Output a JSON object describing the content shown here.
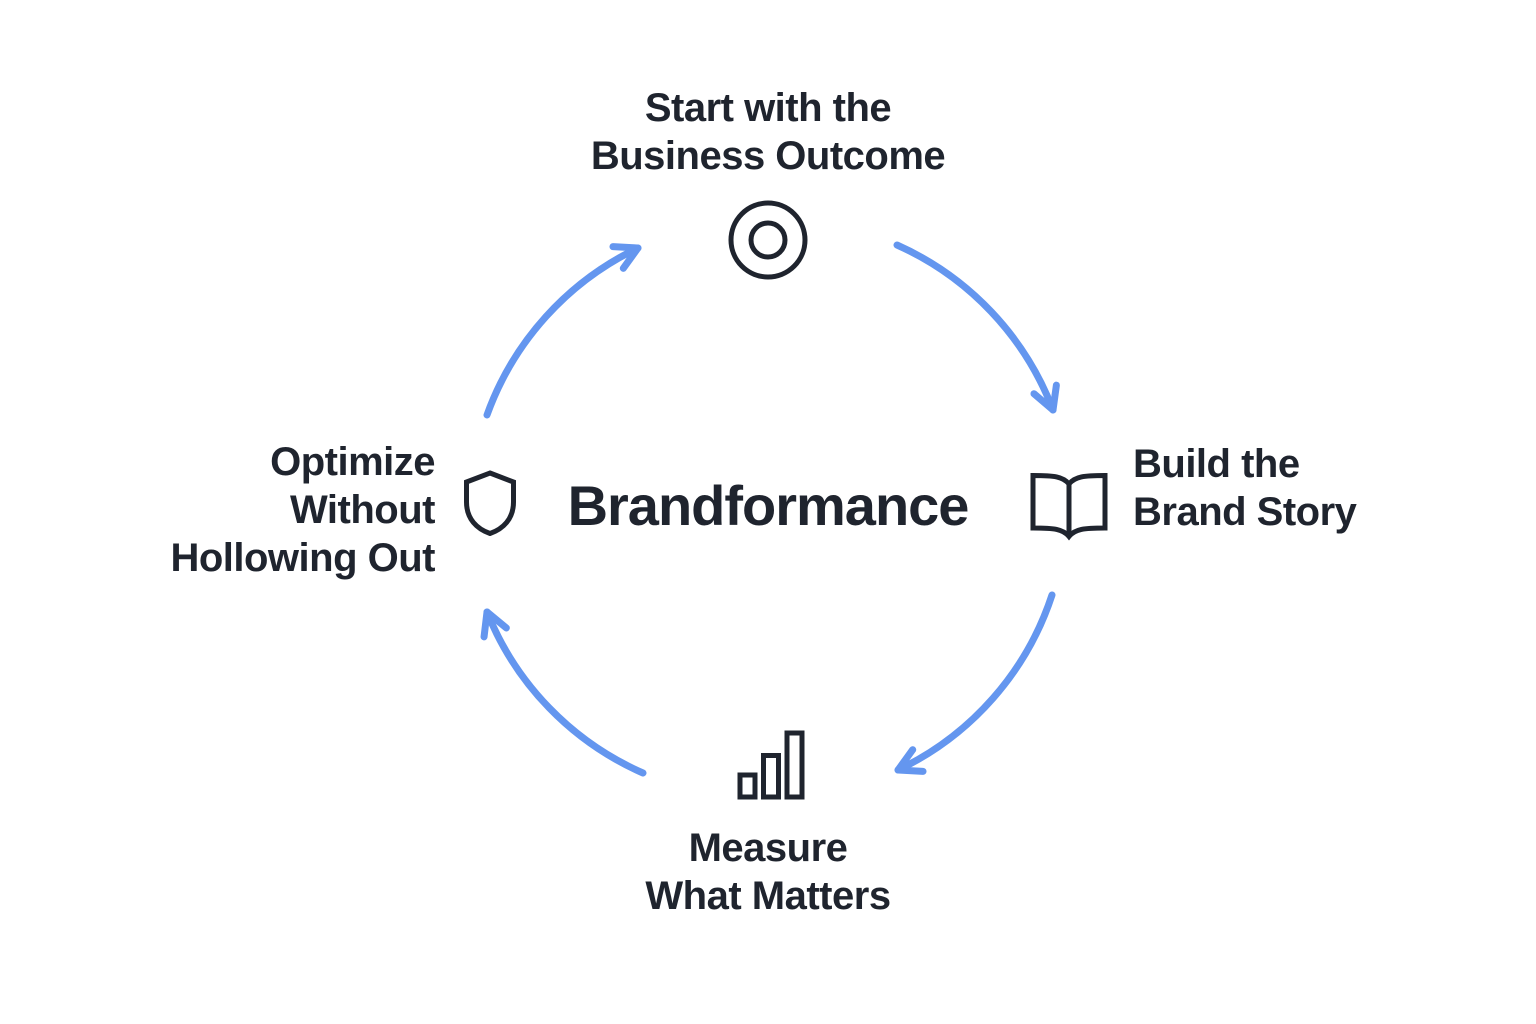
{
  "theme": {
    "ink": "#1f242e",
    "accent": "#6496ef",
    "background": "#ffffff"
  },
  "diagram": {
    "title": "Brandformance",
    "nodes": {
      "top": {
        "icon": "target-icon",
        "lines": [
          "Start with the",
          "Business Outcome"
        ]
      },
      "right": {
        "icon": "open-book-icon",
        "lines": [
          "Build the",
          "Brand Story"
        ]
      },
      "bottom": {
        "icon": "bar-chart-icon",
        "lines": [
          "Measure",
          "What Matters"
        ]
      },
      "left": {
        "icon": "shield-icon",
        "lines": [
          "Optimize",
          "Without",
          "Hollowing Out"
        ]
      }
    },
    "arrows": [
      {
        "name": "arrow-left-to-top",
        "from": "left",
        "to": "top"
      },
      {
        "name": "arrow-top-to-right",
        "from": "top",
        "to": "right"
      },
      {
        "name": "arrow-right-to-bottom",
        "from": "right",
        "to": "bottom"
      },
      {
        "name": "arrow-bottom-to-left",
        "from": "bottom",
        "to": "left"
      }
    ]
  }
}
